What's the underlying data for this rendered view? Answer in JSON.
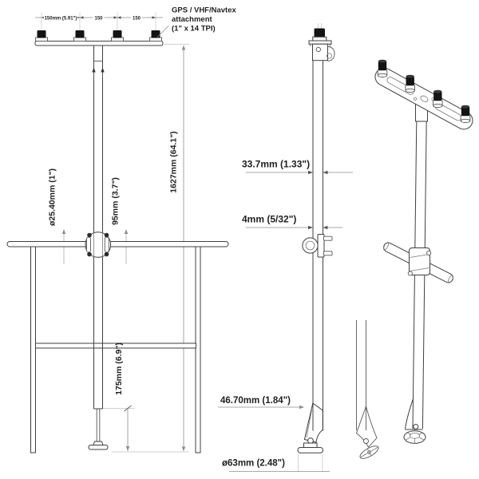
{
  "colors": {
    "background": "#ffffff",
    "main_line": "#3f3f3f",
    "dimension_line": "#8c8c8c",
    "extension_line": "#c2c2c2",
    "text": "#1f1f1f",
    "antenna_cap": "#141414"
  },
  "callout": {
    "line1": "GPS / VHF/Navtex",
    "line2": "attachment",
    "line3": "(1\" x 14 TPI)"
  },
  "front_view": {
    "mount_spacing_full": "150mm (5.91\")",
    "mount_spacing_2": "150",
    "mount_spacing_3": "150",
    "pole_diameter": "ø25.40mm (1\")",
    "clamp_height": "95mm (3.7\")",
    "overall_height": "1627mm (64.1\")",
    "foot_extension": "175mm (6.9\")"
  },
  "side_view": {
    "tube_diameter": "33.7mm (1.33\")",
    "wall_thickness": "4mm (5/32\")",
    "base_height": "46.70mm (1.84\")",
    "base_foot_diameter": "ø63mm (2.48\")"
  }
}
